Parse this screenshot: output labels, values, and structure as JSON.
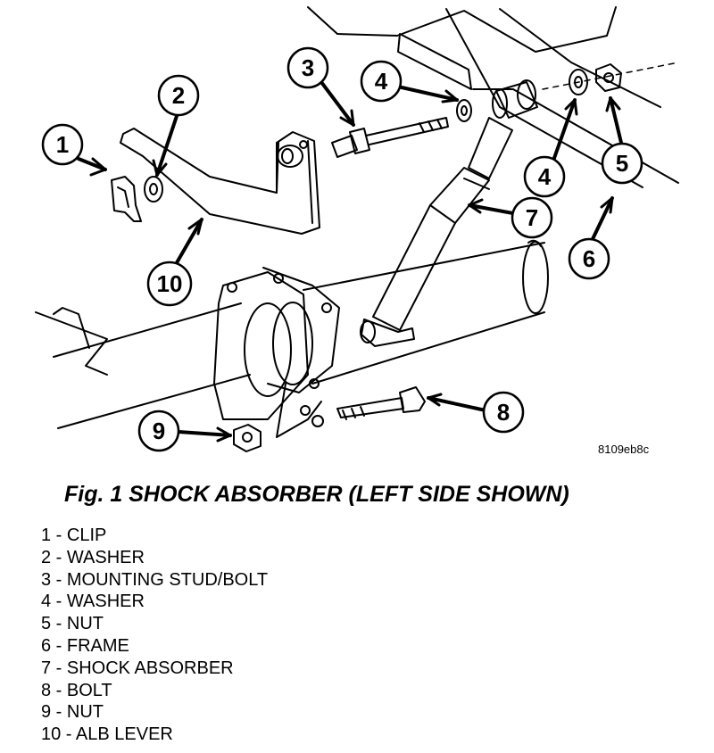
{
  "figure": {
    "caption": "Fig. 1 SHOCK ABSORBER (LEFT SIDE SHOWN)",
    "code": "8109eb8c"
  },
  "callouts": [
    "1",
    "2",
    "3",
    "4",
    "4",
    "5",
    "6",
    "7",
    "8",
    "9",
    "10"
  ],
  "legend": [
    "1 - CLIP",
    "2 - WASHER",
    "3 - MOUNTING STUD/BOLT",
    "4 - WASHER",
    "5 - NUT",
    "6 - FRAME",
    "7 - SHOCK ABSORBER",
    "8 - BOLT",
    "9 - NUT",
    "10 - ALB LEVER"
  ]
}
